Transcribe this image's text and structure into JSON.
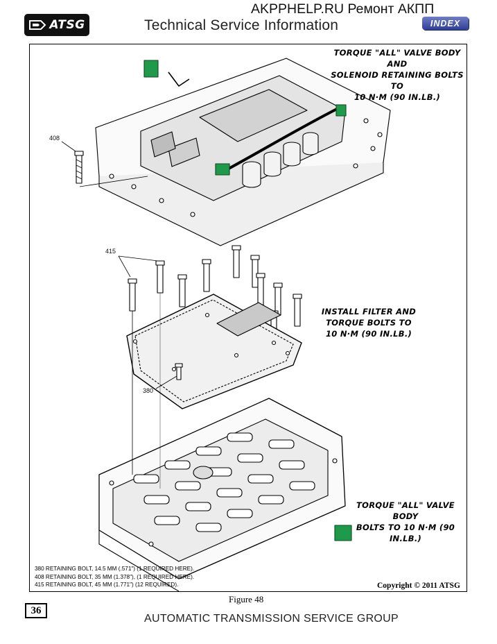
{
  "header": {
    "logo_text": "ATSG",
    "site_title": "AKPPHELP.RU Ремонт АКПП",
    "doc_title": "Technical Service Information",
    "index_label": "INDEX"
  },
  "figure": {
    "callouts": [
      "TORQUE \"ALL\" VALVE BODY AND\nSOLENOID RETAINING BOLTS TO\n10 N·M  (90 IN.LB.)",
      "INSTALL FILTER AND\nTORQUE BOLTS TO\n10 N·M  (90 IN.LB.)",
      "TORQUE \"ALL\" VALVE BODY\nBOLTS TO 10 N·M  (90 IN.LB.)"
    ],
    "part_numbers": {
      "n408": "408",
      "n415": "415",
      "n380": "380"
    },
    "legend": [
      "380  RETAINING BOLT, 14.5 MM (.571\")  (1 REQUIRED HERE).",
      "408  RETAINING BOLT, 35 MM (1.378\"), (1 REQUIRED HERE).",
      "415  RETAINING BOLT, 45 MM (1.771\")  (12 REQUIRED)."
    ],
    "copyright": "Copyright © 2011 ATSG",
    "caption": "Figure 48"
  },
  "page": {
    "number": "36",
    "footer": "AUTOMATIC TRANSMISSION SERVICE GROUP"
  },
  "colors": {
    "connector_green": "#1f9a4a",
    "index_blue": "#2f3f95",
    "filter_gray": "#c9c9c9"
  }
}
